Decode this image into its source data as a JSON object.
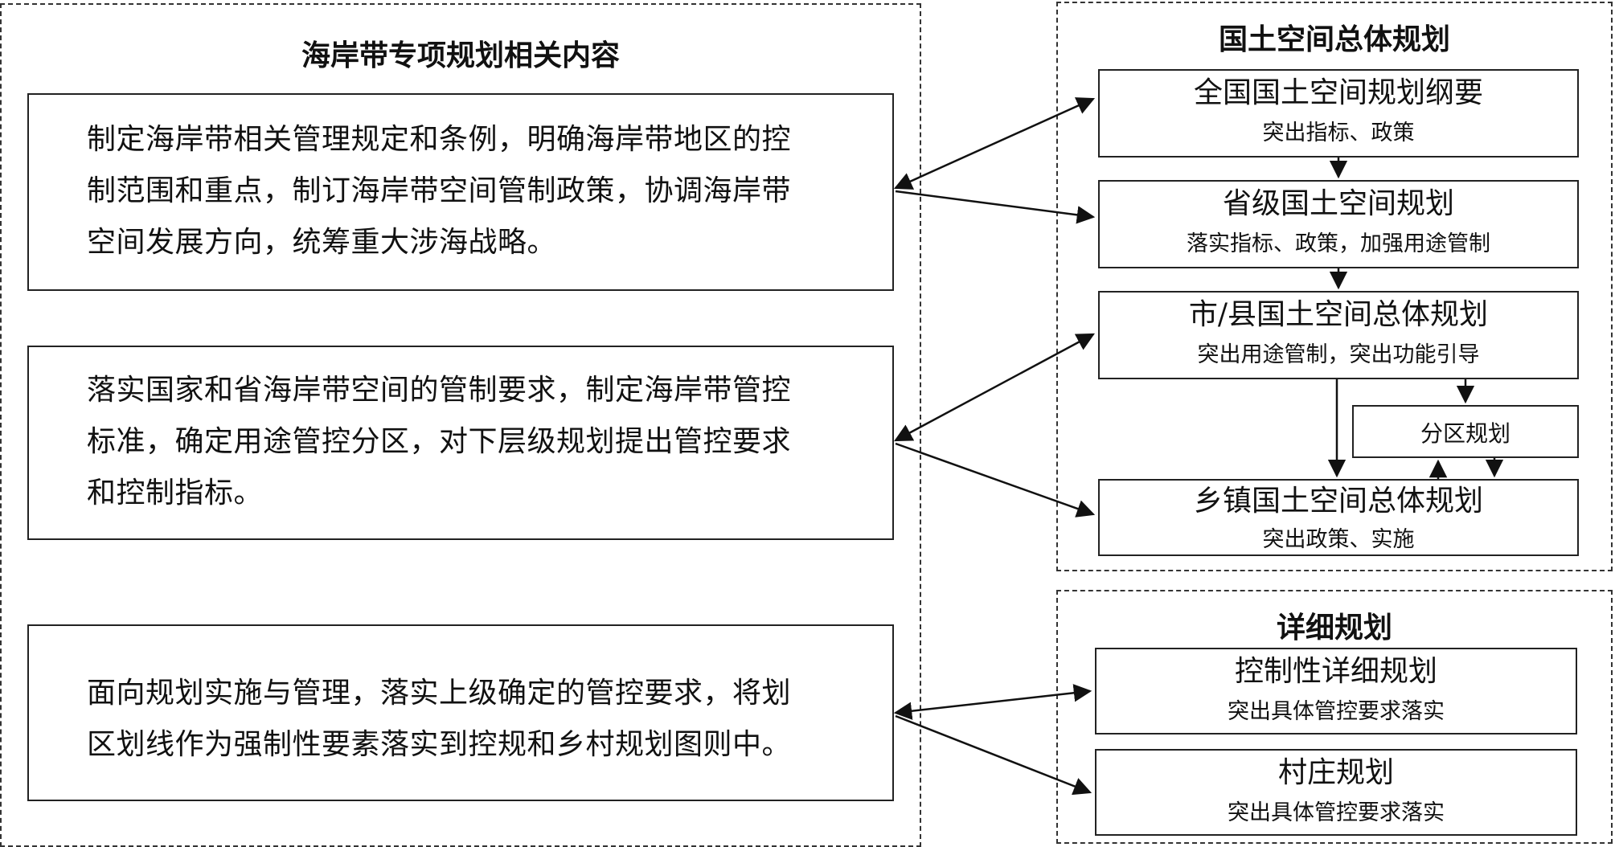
{
  "left_panel": {
    "title": "海岸带专项规划相关内容",
    "items": [
      {
        "lines": [
          "制定海岸带相关管理规定和条例，明确海岸带地区的控",
          "制范围和重点，制订海岸带空间管制政策，协调海岸带",
          "空间发展方向，统筹重大涉海战略。"
        ]
      },
      {
        "lines": [
          "落实国家和省海岸带空间的管制要求，制定海岸带管控",
          "标准，确定用途管控分区，对下层级规划提出管控要求",
          "和控制指标。"
        ]
      },
      {
        "lines": [
          "面向规划实施与管理，落实上级确定的管控要求，将划",
          "区划线作为强制性要素落实到控规和乡村规划图则中。"
        ]
      }
    ]
  },
  "master_plan": {
    "title": "国土空间总体规划",
    "items": [
      {
        "title": "全国国土空间规划纲要",
        "sub": "突出指标、政策"
      },
      {
        "title": "省级国土空间规划",
        "sub": "落实指标、政策，加强用途管制"
      },
      {
        "title": "市/县国土空间总体规划",
        "sub": "突出用途管制，突出功能引导"
      },
      {
        "title": "乡镇国土空间总体规划",
        "sub": "突出政策、实施"
      }
    ],
    "zoning_label": "分区规划"
  },
  "detail_plan": {
    "title": "详细规划",
    "items": [
      {
        "title": "控制性详细规划",
        "sub": "突出具体管控要求落实"
      },
      {
        "title": "村庄规划",
        "sub": "突出具体管控要求落实"
      }
    ]
  }
}
